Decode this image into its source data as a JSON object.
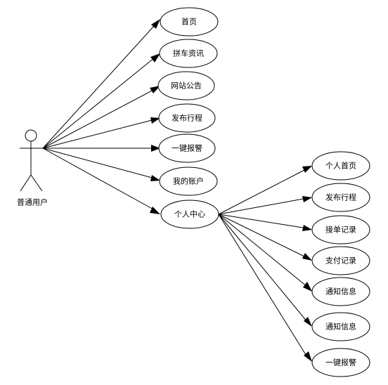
{
  "actor": {
    "label": "普通用户"
  },
  "use_cases": {
    "primary": [
      "首页",
      "拼车资讯",
      "网站公告",
      "发布行程",
      "一键报警",
      "我的账户",
      "个人中心"
    ],
    "personal_center": [
      "个人首页",
      "发布行程",
      "接单记录",
      "支付记录",
      "通知信息",
      "通知信息",
      "一键报警"
    ]
  },
  "colors": {
    "stroke": "#000000",
    "background": "#ffffff"
  }
}
